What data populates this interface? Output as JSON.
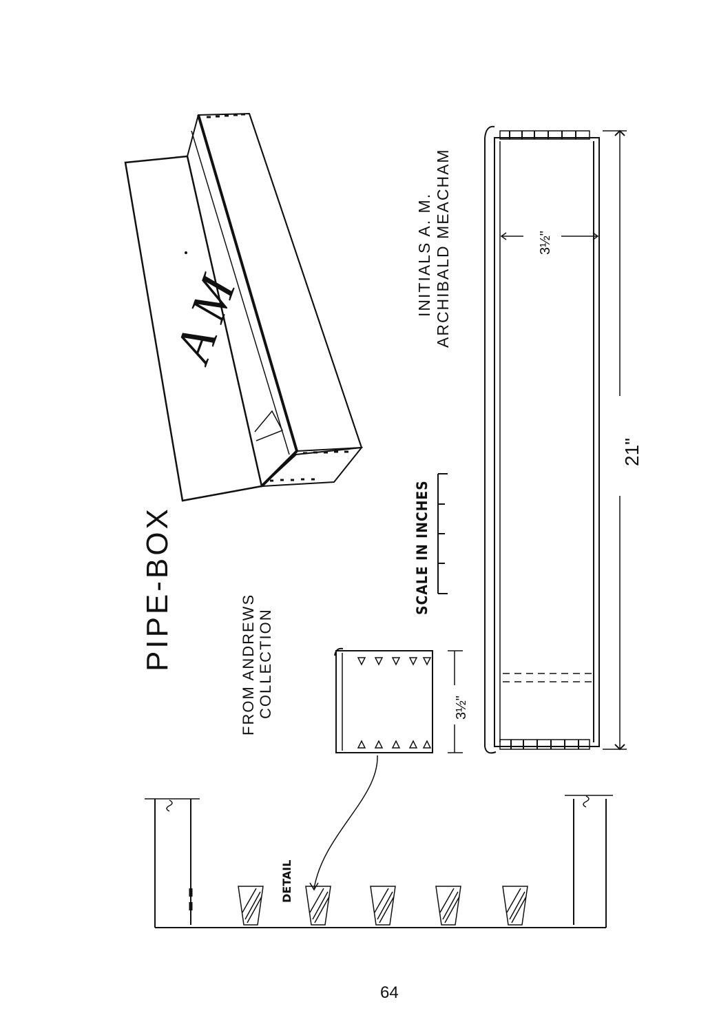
{
  "drawing": {
    "title": "PIPE-BOX",
    "source_line_1": "FROM ANDREWS",
    "source_line_2": "COLLECTION",
    "scale_label": "SCALE IN INCHES",
    "initials_line_1": "INITIALS   A. M.",
    "initials_line_2": "ARCHIBALD  MEACHAM",
    "monogram": "A M",
    "detail_label": "DETAIL",
    "length_dimension": "21\"",
    "depth_dimension_top": "3½\"",
    "depth_dimension_bottom": "3½\""
  },
  "page": {
    "number": "64"
  }
}
